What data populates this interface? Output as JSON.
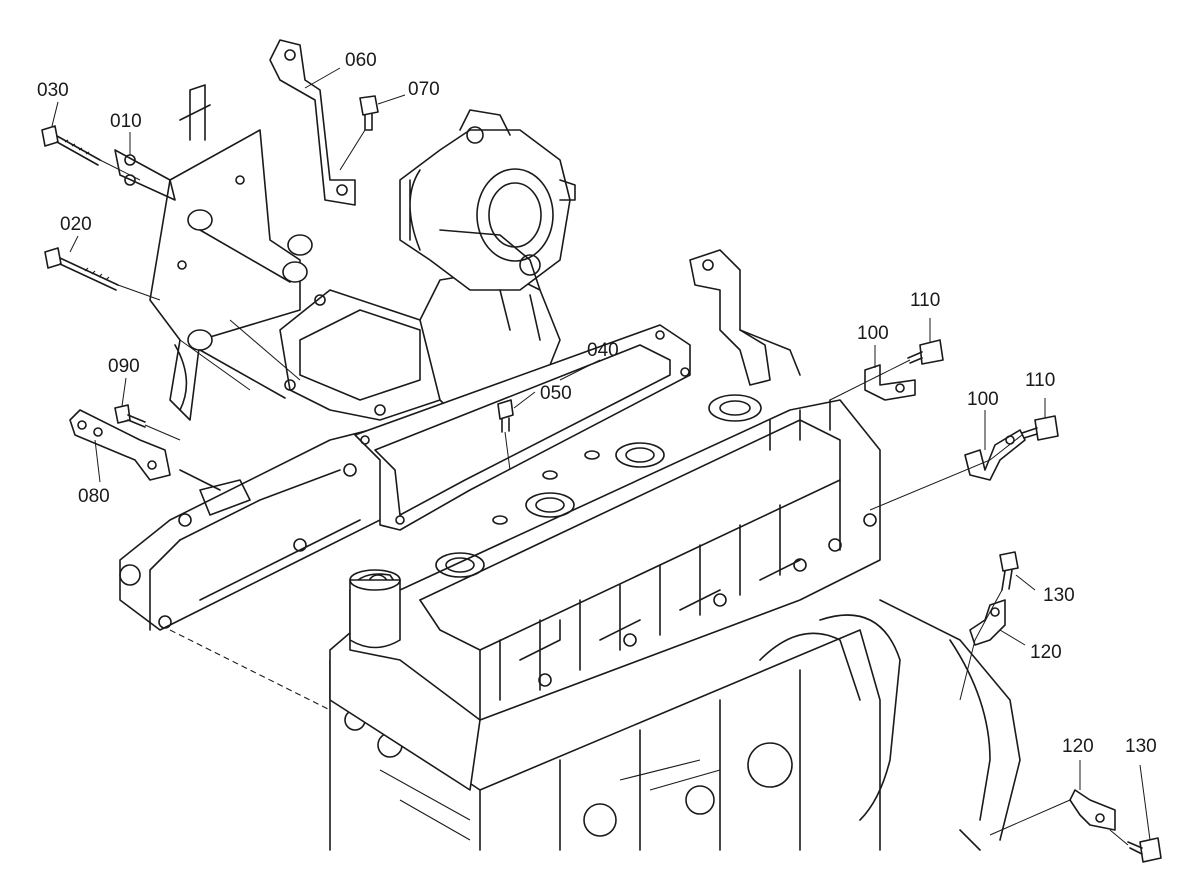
{
  "diagram": {
    "labels": [
      "030",
      "010",
      "060",
      "070",
      "020",
      "090",
      "080",
      "040",
      "050",
      "100",
      "110",
      "100",
      "110",
      "130",
      "120",
      "120",
      "130"
    ]
  }
}
